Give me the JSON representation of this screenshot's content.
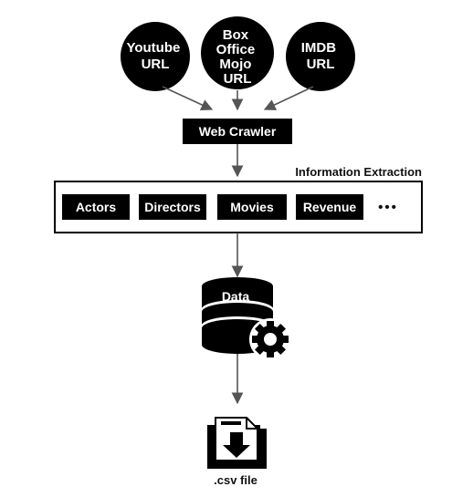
{
  "sources": [
    {
      "lines": [
        "Youtube",
        "URL"
      ]
    },
    {
      "lines": [
        "Box",
        "Office",
        "Mojo",
        "URL"
      ]
    },
    {
      "lines": [
        "IMDB",
        "URL"
      ]
    }
  ],
  "crawler": {
    "label": "Web Crawler"
  },
  "extraction": {
    "title": "Information Extraction",
    "fields": [
      "Actors",
      "Directors",
      "Movies",
      "Revenue"
    ],
    "ellipsis": "•••"
  },
  "database": {
    "label": "Data",
    "icon": "database-gear-icon"
  },
  "output": {
    "label": ".csv file",
    "icon": "csv-download-file-icon"
  },
  "colors": {
    "node": "#000000",
    "arrow": "#555555",
    "text_on_node": "#ffffff"
  }
}
